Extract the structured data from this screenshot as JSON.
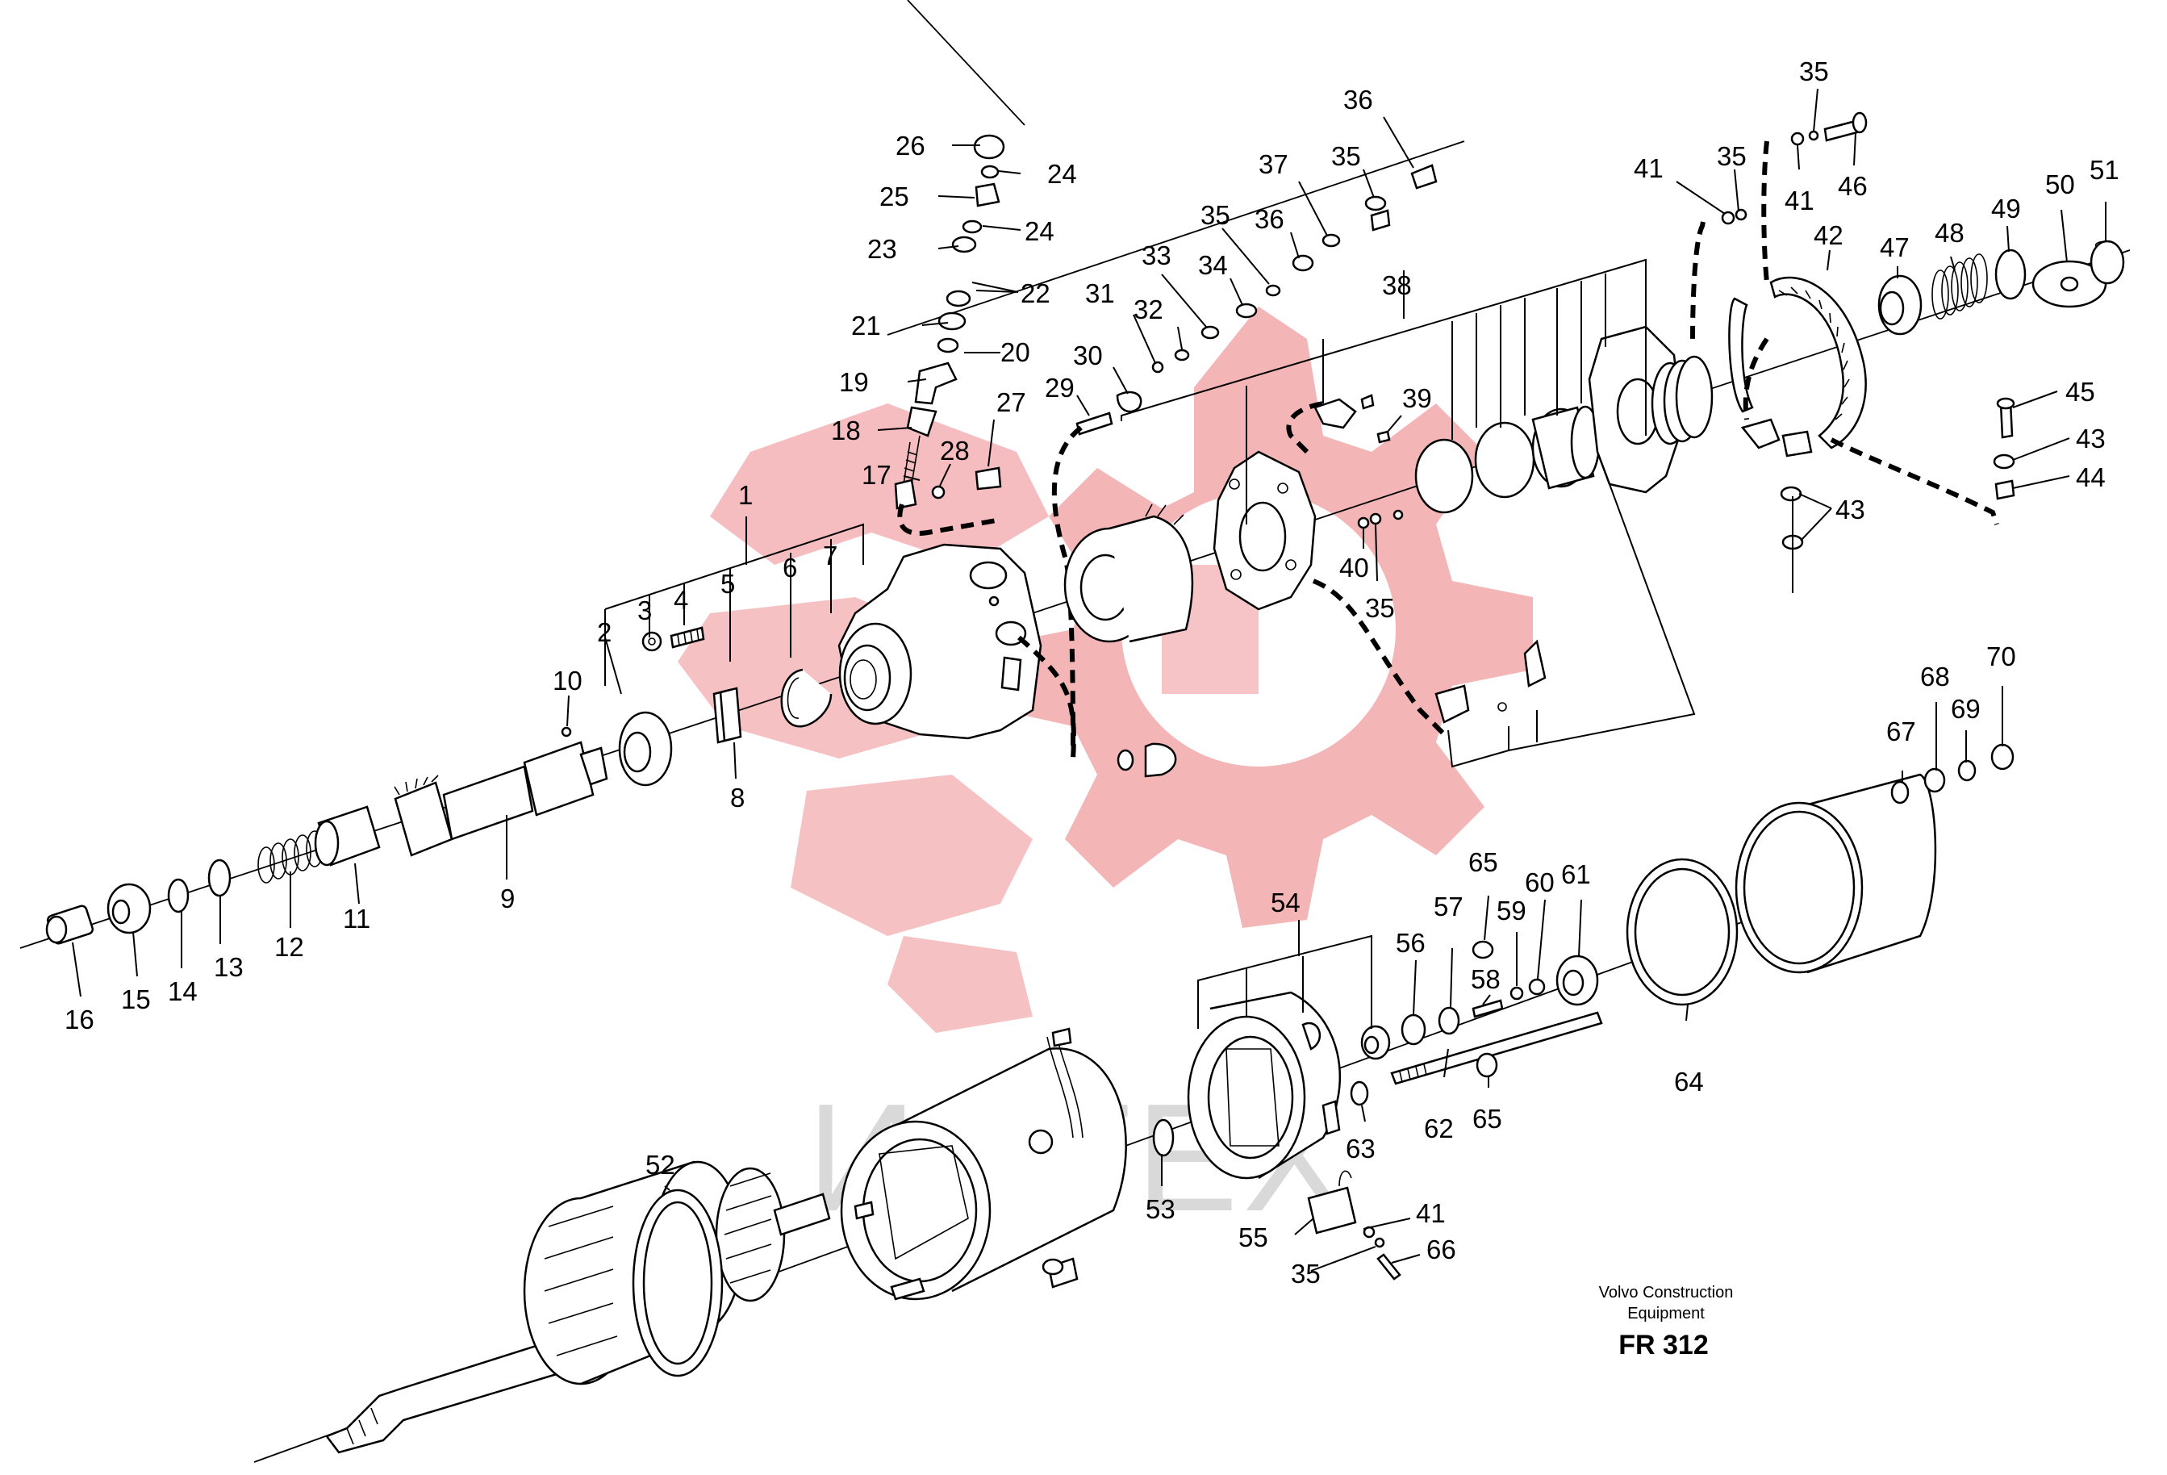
{
  "footer": {
    "company_line1": "Volvo Construction",
    "company_line2": "Equipment",
    "figure_code": "FR 312"
  },
  "watermark": {
    "text": "ИНТЕХ",
    "gear_color": "#f2a8ab",
    "text_color": "#d9d9d9"
  },
  "labels": {
    "l1": "1",
    "l2": "2",
    "l3": "3",
    "l4": "4",
    "l5": "5",
    "l6": "6",
    "l7": "7",
    "l8": "8",
    "l9": "9",
    "l10": "10",
    "l11": "11",
    "l12": "12",
    "l13": "13",
    "l14": "14",
    "l15": "15",
    "l16": "16",
    "l17": "17",
    "l18": "18",
    "l19": "19",
    "l20": "20",
    "l21": "21",
    "l22": "22",
    "l23": "23",
    "l24a": "24",
    "l24b": "24",
    "l25": "25",
    "l26": "26",
    "l27": "27",
    "l28": "28",
    "l29": "29",
    "l30": "30",
    "l31": "31",
    "l32": "32",
    "l33": "33",
    "l34": "34",
    "l35a": "35",
    "l35b": "35",
    "l35c": "35",
    "l35d": "35",
    "l35e": "35",
    "l35f": "35",
    "l36a": "36",
    "l36b": "36",
    "l37": "37",
    "l38": "38",
    "l39": "39",
    "l40": "40",
    "l41a": "41",
    "l41b": "41",
    "l41c": "41",
    "l42": "42",
    "l43a": "43",
    "l43b": "43",
    "l44": "44",
    "l45": "45",
    "l46": "46",
    "l47": "47",
    "l48": "48",
    "l49": "49",
    "l50": "50",
    "l51": "51",
    "l52": "52",
    "l53": "53",
    "l54": "54",
    "l55": "55",
    "l56": "56",
    "l57": "57",
    "l58": "58",
    "l59": "59",
    "l60": "60",
    "l61": "61",
    "l62": "62",
    "l63": "63",
    "l64": "64",
    "l65a": "65",
    "l65b": "65",
    "l66": "66",
    "l67": "67",
    "l68": "68",
    "l69": "69",
    "l70": "70"
  }
}
